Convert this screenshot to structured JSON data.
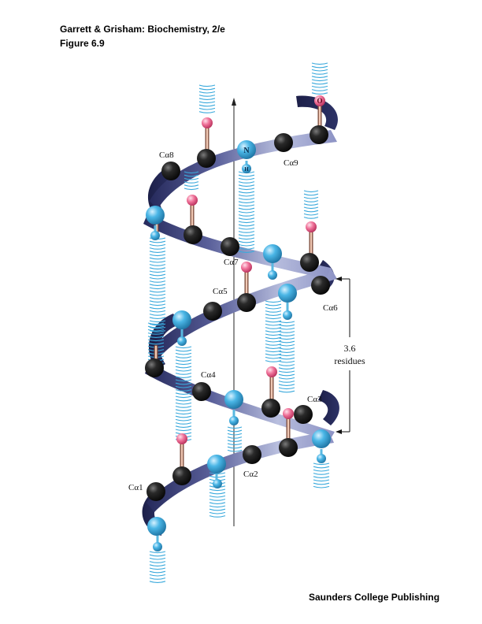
{
  "header": {
    "title": "Garrett & Grisham: Biochemistry, 2/e",
    "figure": "Figure 6.9"
  },
  "footer": {
    "publisher": "Saunders College Publishing"
  },
  "labels": {
    "ca1": "Cα1",
    "ca2": "Cα2",
    "ca3": "Cα3",
    "ca4": "Cα4",
    "ca5": "Cα5",
    "ca6": "Cα6",
    "ca7": "Cα7",
    "ca8": "Cα8",
    "ca9": "Cα9"
  },
  "atoms": {
    "n": "N",
    "h": "H",
    "o": "O"
  },
  "pitch": {
    "value": "3.6",
    "unit": "residues"
  },
  "colors": {
    "ribbon_dark": "#262a5c",
    "ribbon_light": "#b8bede",
    "carbon": "#161616",
    "nitrogen": "#3aa9dc",
    "oxygen": "#e0557e",
    "hbond": "#3aa9dc",
    "bond": "#c9876a"
  }
}
